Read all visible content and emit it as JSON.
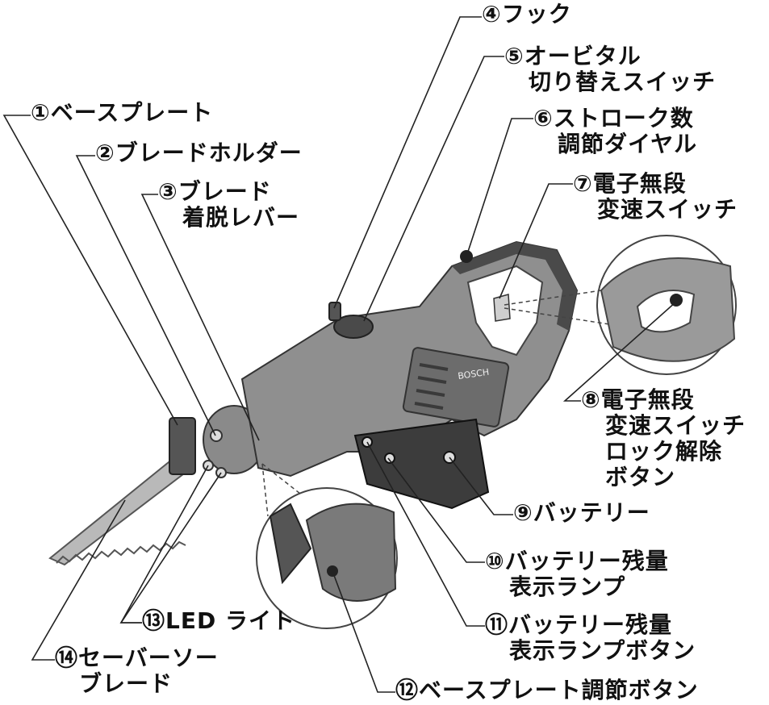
{
  "colors": {
    "tool_body": "#8f8f8f",
    "tool_dark": "#4a4a4a",
    "tool_light": "#c4c4c4",
    "leader_line": "#222222",
    "text": "#111111"
  },
  "brand_text": "BOSCH",
  "callouts": [
    {
      "id": "1",
      "lines": [
        "①ベースプレート"
      ]
    },
    {
      "id": "2",
      "lines": [
        "②ブレードホルダー"
      ]
    },
    {
      "id": "3",
      "lines": [
        "③ブレード",
        "着脱レバー"
      ]
    },
    {
      "id": "4",
      "lines": [
        "④フック"
      ]
    },
    {
      "id": "5",
      "lines": [
        "⑤オービタル",
        "切り替えスイッチ"
      ]
    },
    {
      "id": "6",
      "lines": [
        "⑥ストローク数",
        "調節ダイヤル"
      ]
    },
    {
      "id": "7",
      "lines": [
        "⑦電子無段",
        "変速スイッチ"
      ]
    },
    {
      "id": "8",
      "lines": [
        "⑧電子無段",
        "変速スイッチ",
        "ロック解除",
        "ボタン"
      ]
    },
    {
      "id": "9",
      "lines": [
        "⑨バッテリー"
      ]
    },
    {
      "id": "10",
      "lines": [
        "⑩バッテリー残量",
        "表示ランプ"
      ]
    },
    {
      "id": "11",
      "lines": [
        "⑪バッテリー残量",
        "表示ランプボタン"
      ]
    },
    {
      "id": "12",
      "lines": [
        "⑫ベースプレート調節ボタン"
      ]
    },
    {
      "id": "13",
      "lines": [
        "⑬LED ライト"
      ]
    },
    {
      "id": "14",
      "lines": [
        "⑭セーバーソー",
        "ブレード"
      ]
    }
  ]
}
